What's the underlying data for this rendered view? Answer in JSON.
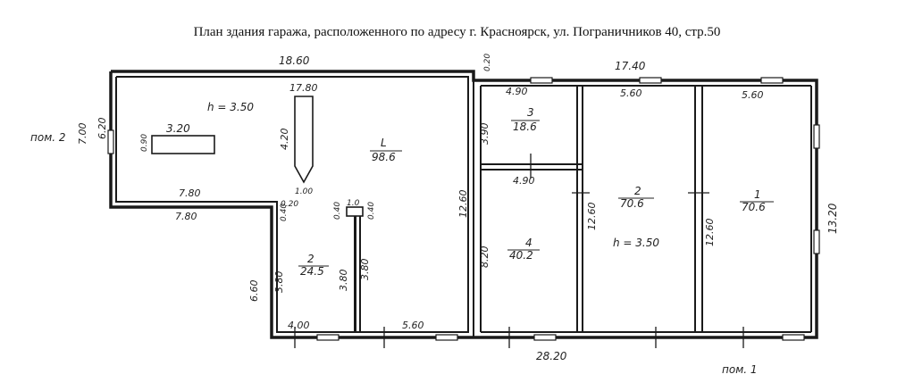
{
  "title": "План здания гаража, расположенного по адресу г. Красноярск, ул. Пограничников 40, стр.50",
  "outer_dimensions": {
    "top_left_width": "18.60",
    "top_right_width": "17.40",
    "bottom_width": "28.20",
    "right_height": "13.20",
    "left_height": "7.00",
    "left_inner": "6.20",
    "lower_left_height": "6.60",
    "step_upper": "7.80",
    "step_lower": "7.80",
    "gap_top": "0.20",
    "ledge_a": "0.20",
    "ledge_b": "0.40",
    "ledge_c": "0.40",
    "ledge_d": "0.40"
  },
  "rooms": [
    {
      "number": "1",
      "area": "70.6",
      "dim_top": "5.60",
      "dim_height": "12.60"
    },
    {
      "number": "2",
      "area": "70.6",
      "dim_top": "5.60",
      "dim_height": "12.60"
    },
    {
      "number": "3",
      "area": "18.6",
      "dim_top": "4.90",
      "dim_height": "3.90"
    },
    {
      "number": "4",
      "area": "40.2",
      "dim_top": "4.90",
      "dim_height": "8.20"
    },
    {
      "number": "L",
      "area": "98.6",
      "dim_height": "12.60"
    },
    {
      "number": "2",
      "area": "24.5",
      "dim_left": "3.80",
      "dim_right": "3.80",
      "dim_bottom": "4.00",
      "dim_bottom2": "5.60"
    }
  ],
  "features": {
    "pit_small_label": "3.20",
    "pit_small_side": "0.90",
    "pit_large_label": "17.80",
    "pit_large_side": "4.20",
    "pit_large_bottom": "1.00",
    "height_left": "h = 3.50",
    "height_right": "h = 3.50",
    "column_label": "1.0"
  },
  "labels": {
    "pom_left": "пом. 2",
    "pom_bottom": "пом. 1"
  }
}
